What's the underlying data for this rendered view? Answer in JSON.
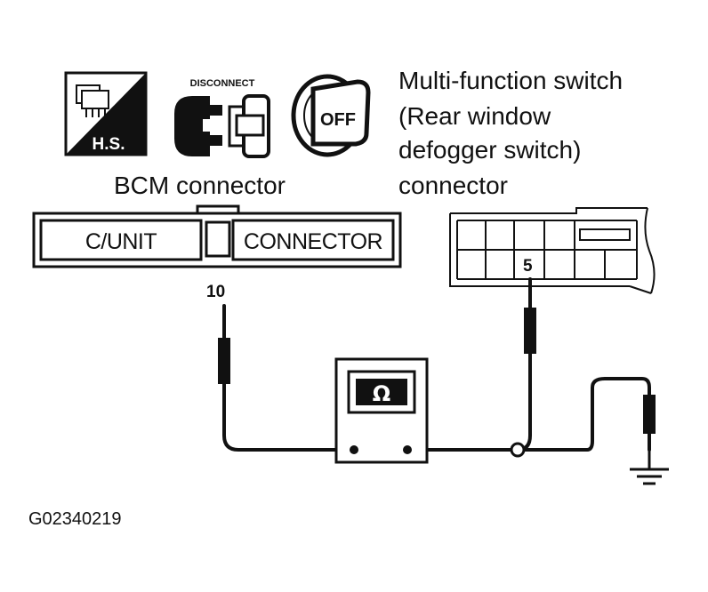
{
  "icons": {
    "hs_label": "H.S.",
    "disconnect_label": "DISCONNECT",
    "key_label": "OFF"
  },
  "bcm": {
    "title": "BCM connector",
    "left_text": "C/UNIT",
    "right_text": "CONNECTOR",
    "pin": "10"
  },
  "mfs": {
    "title_lines": [
      "Multi-function switch",
      "(Rear window",
      "defogger switch)",
      "connector"
    ],
    "pin": "5"
  },
  "meter": {
    "symbol": "Ω"
  },
  "figure_code": "G02340219"
}
